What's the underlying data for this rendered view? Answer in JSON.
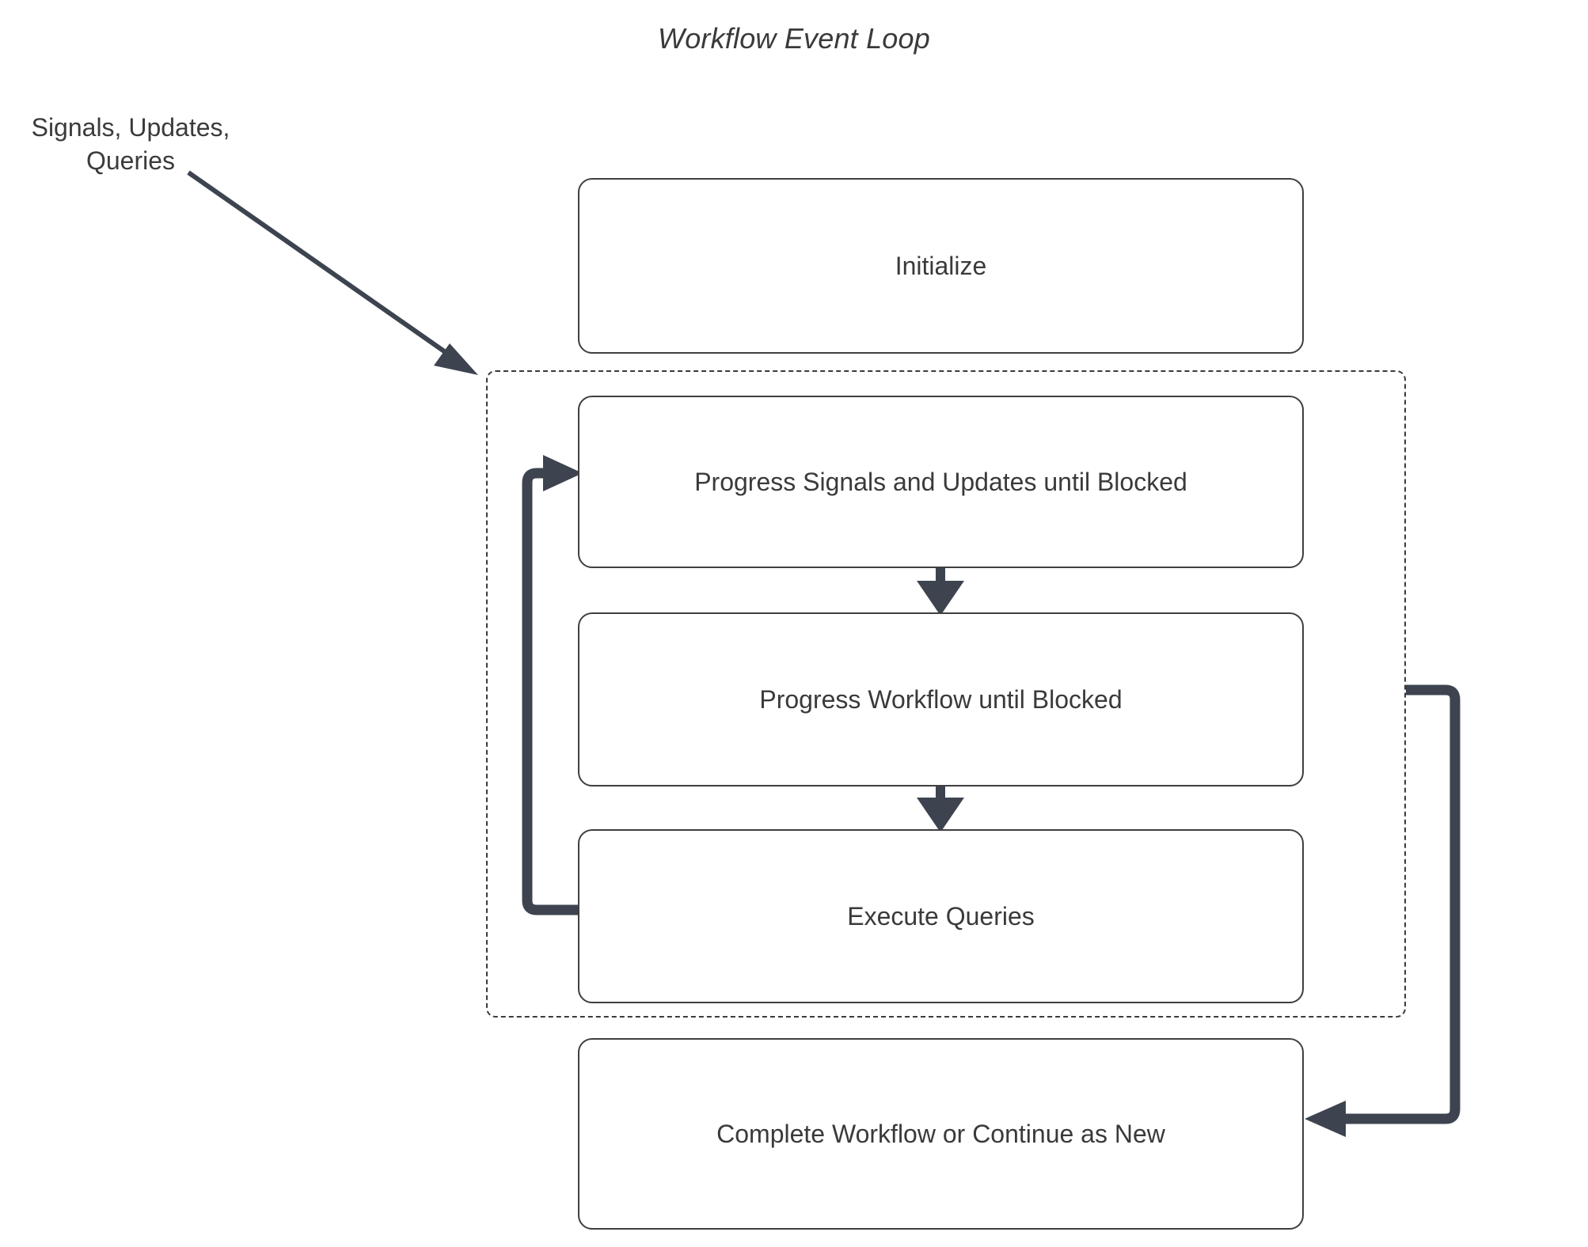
{
  "diagram": {
    "title": "Workflow Event Loop",
    "type": "flowchart",
    "external_input_label": "Signals, Updates,\nQueries",
    "nodes": [
      {
        "id": "initialize",
        "label": "Initialize"
      },
      {
        "id": "progress-su",
        "label": "Progress Signals and Updates until Blocked"
      },
      {
        "id": "progress-wf",
        "label": "Progress Workflow until Blocked"
      },
      {
        "id": "execute-queries",
        "label": "Execute Queries"
      },
      {
        "id": "complete",
        "label": "Complete Workflow or Continue as New"
      }
    ],
    "loop_group": {
      "label": "",
      "style": "dashed",
      "members": [
        "progress-su",
        "progress-wf",
        "execute-queries"
      ]
    },
    "edges": [
      {
        "from": "external-input",
        "to": "loop-group",
        "style": "thin-arrow"
      },
      {
        "from": "progress-su",
        "to": "progress-wf",
        "style": "arrow-down"
      },
      {
        "from": "progress-wf",
        "to": "execute-queries",
        "style": "arrow-down"
      },
      {
        "from": "execute-queries",
        "to": "progress-su",
        "style": "loop-back-left"
      },
      {
        "from": "loop-group",
        "to": "complete",
        "style": "return-right"
      }
    ],
    "colors": {
      "stroke": "#3d4450",
      "node_border": "#3f3f3f",
      "text": "#3a3a3a",
      "background": "#ffffff",
      "dashed_border": "#3b3b3b"
    }
  }
}
